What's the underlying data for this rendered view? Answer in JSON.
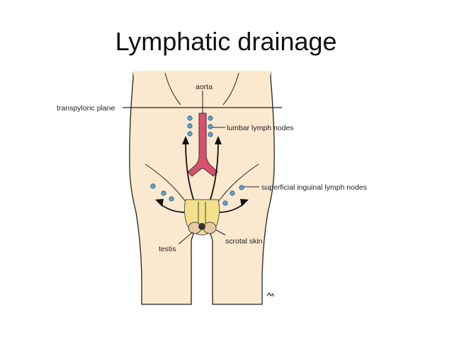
{
  "title": "Lymphatic drainage",
  "labels": {
    "aorta": "aorta",
    "transpyloric_plane": "transpyloric plane",
    "lumbar_lymph_nodes": "lumbar lymph nodes",
    "superficial_inguinal_lymph_nodes": "superficial inguinal lymph nodes",
    "testis": "testis",
    "scrotal_skin": "scrotal skin"
  },
  "colors": {
    "skin": "#fbe9cf",
    "aorta": "#d9506e",
    "lymph_node": "#5fa3c9",
    "scrotum": "#f2e08a",
    "testis": "#e8c9a0",
    "outline": "#222222"
  }
}
